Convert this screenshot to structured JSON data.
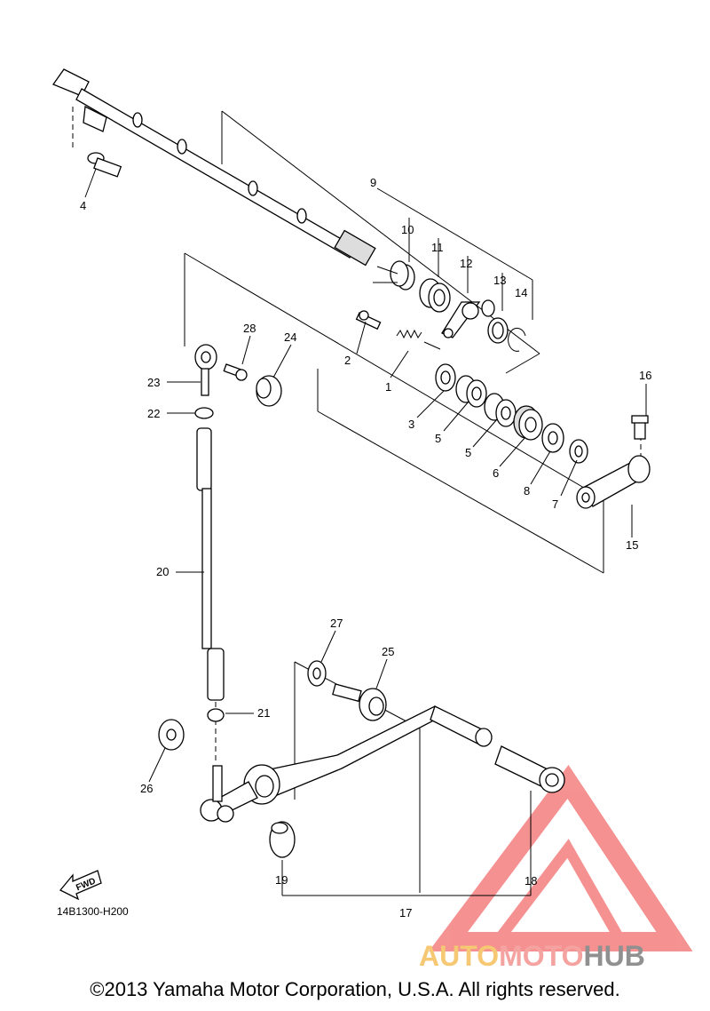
{
  "diagram": {
    "part_labels": [
      "1",
      "2",
      "3",
      "4",
      "5",
      "5",
      "6",
      "7",
      "8",
      "9",
      "10",
      "11",
      "12",
      "13",
      "14",
      "15",
      "16",
      "17",
      "18",
      "19",
      "20",
      "21",
      "22",
      "23",
      "24",
      "25",
      "26",
      "27",
      "28"
    ],
    "fwd_label": "FWD",
    "drawing_code": "14B1300-H200"
  },
  "watermark": {
    "part1": "AUTO",
    "part2": "MOTO",
    "part3": "HUB",
    "colors": {
      "auto": "#f7c873",
      "moto": "#f5a3a0",
      "hub": "#909090",
      "triangle": "#f26d6d"
    }
  },
  "copyright": "©2013 Yamaha Motor Corporation, U.S.A. All rights reserved."
}
